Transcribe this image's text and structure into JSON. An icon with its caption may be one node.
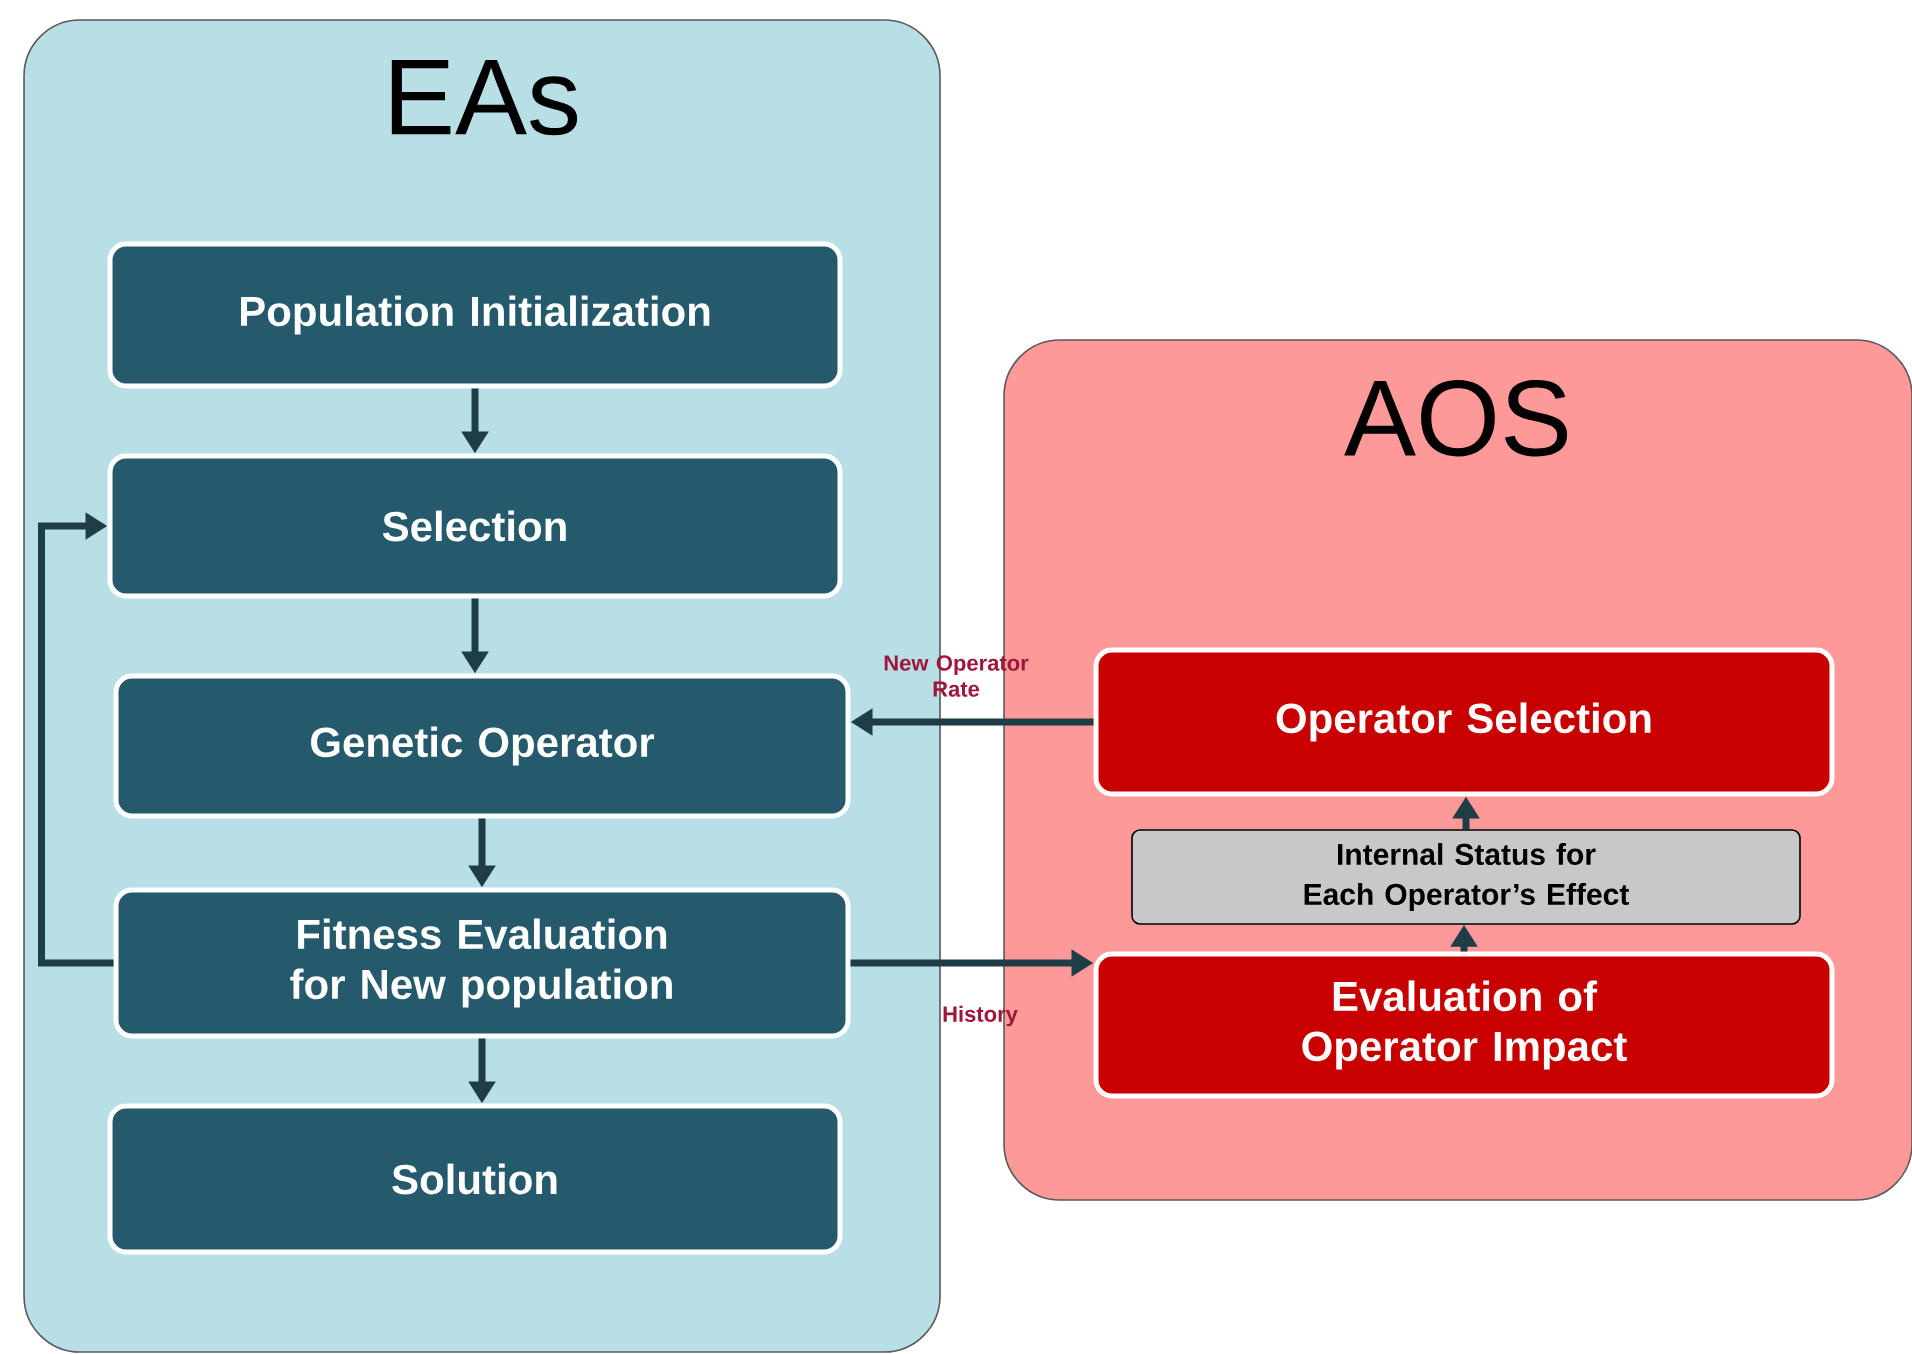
{
  "diagram": {
    "nodes": [
      {
        "text": [
          "EAs"
        ]
      },
      {
        "text": [
          "AOS"
        ]
      },
      {
        "text": [
          "Population Initialization"
        ],
        "in": 0
      },
      {
        "text": [
          "Selection"
        ],
        "in": 0
      },
      {
        "text": [
          "Genetic Operator"
        ],
        "in": 0
      },
      {
        "text": [
          "Fitness Evaluation for New population"
        ],
        "in": 0
      },
      {
        "text": [
          "Solution"
        ],
        "in": 0
      },
      {
        "text": [
          "Operator Selection"
        ],
        "in": 1
      },
      {
        "text": [
          "Internal Status for Each Operator’s Effect"
        ],
        "in": 1
      },
      {
        "text": [
          "Evaluation of Operator Impact"
        ],
        "in": 1
      }
    ],
    "edges": [
      {
        "from": 2,
        "to": 3,
        "arrow": "to"
      },
      {
        "from": 3,
        "to": 4,
        "arrow": "to"
      },
      {
        "from": 4,
        "to": 5,
        "arrow": "to"
      },
      {
        "from": 5,
        "to": 6,
        "arrow": "to"
      },
      {
        "from": 5,
        "to": 3,
        "arrow": "to"
      },
      {
        "from": 7,
        "to": 4,
        "arrow": "to",
        "label": "New Operator Rate"
      },
      {
        "from": 5,
        "to": 9,
        "arrow": "to",
        "label": "History"
      },
      {
        "from": 9,
        "to": 8,
        "arrow": "to"
      },
      {
        "from": 8,
        "to": 7,
        "arrow": "to"
      }
    ]
  }
}
